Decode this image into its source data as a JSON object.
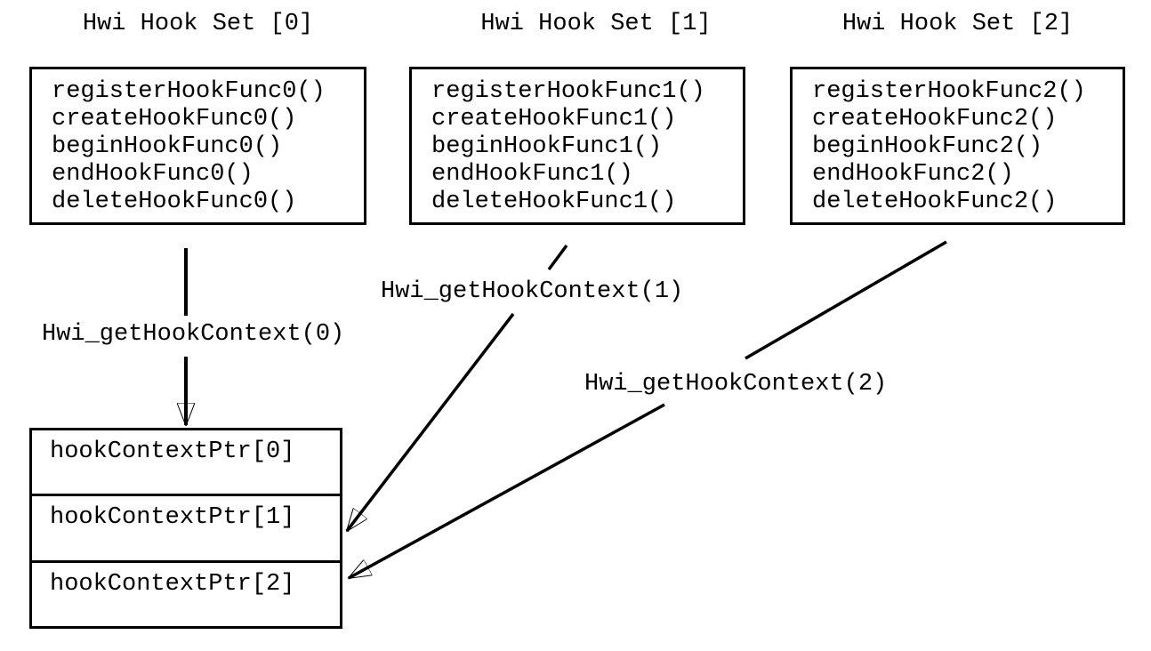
{
  "colors": {
    "background": "#ffffff",
    "ink": "#000000"
  },
  "hook_sets": [
    {
      "title": "Hwi Hook Set [0]",
      "functions": [
        "registerHookFunc0()",
        "createHookFunc0()",
        "beginHookFunc0()",
        "endHookFunc0()",
        "deleteHookFunc0()"
      ]
    },
    {
      "title": "Hwi Hook Set [1]",
      "functions": [
        "registerHookFunc1()",
        "createHookFunc1()",
        "beginHookFunc1()",
        "endHookFunc1()",
        "deleteHookFunc1()"
      ]
    },
    {
      "title": "Hwi Hook Set [2]",
      "functions": [
        "registerHookFunc2()",
        "createHookFunc2()",
        "beginHookFunc2()",
        "endHookFunc2()",
        "deleteHookFunc2()"
      ]
    }
  ],
  "arrows": [
    {
      "label": "Hwi_getHookContext(0)"
    },
    {
      "label": "Hwi_getHookContext(1)"
    },
    {
      "label": "Hwi_getHookContext(2)"
    }
  ],
  "context_table": {
    "rows": [
      "hookContextPtr[0]",
      "hookContextPtr[1]",
      "hookContextPtr[2]"
    ]
  }
}
